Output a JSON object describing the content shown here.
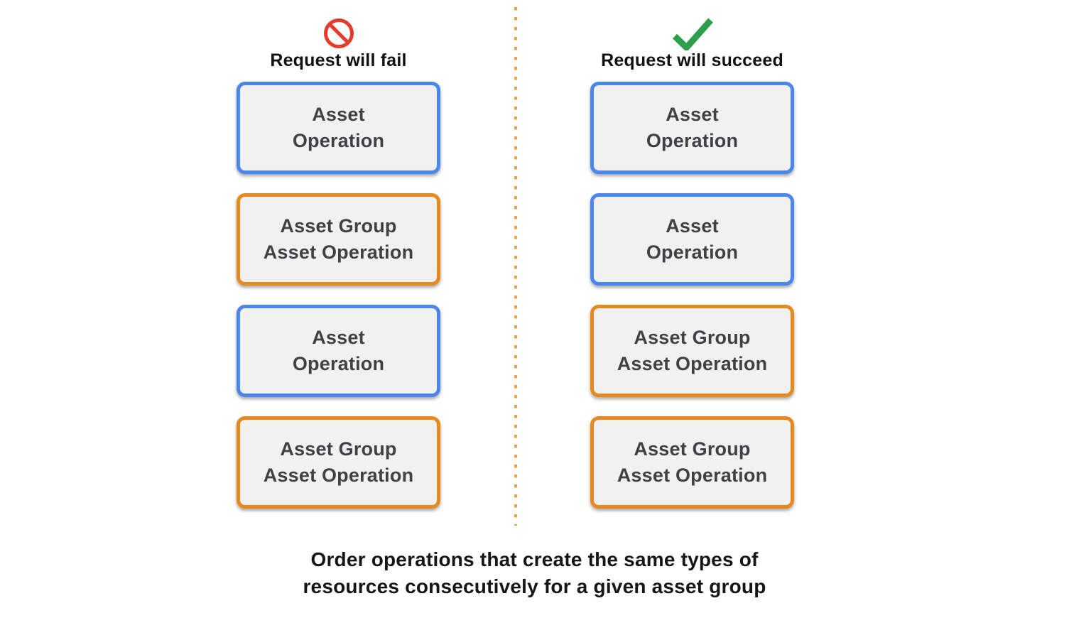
{
  "colors": {
    "blue_border": "#4A86EC",
    "orange_border": "#E8891E",
    "box_fill": "#F1F1F2",
    "box_text": "#3F4245",
    "divider_dots": "#ECA14F",
    "fail_icon_red": "#E33B2C",
    "success_icon_green": "#2E9E4C",
    "heading_text": "#111111"
  },
  "columns": [
    {
      "header": "Request will fail",
      "icon": "prohibition-icon",
      "boxes": [
        {
          "label": "Asset\nOperation",
          "variant": "blue"
        },
        {
          "label": "Asset Group\nAsset Operation",
          "variant": "orange"
        },
        {
          "label": "Asset\nOperation",
          "variant": "blue"
        },
        {
          "label": "Asset Group\nAsset Operation",
          "variant": "orange"
        }
      ]
    },
    {
      "header": "Request will succeed",
      "icon": "checkmark-icon",
      "boxes": [
        {
          "label": "Asset\nOperation",
          "variant": "blue"
        },
        {
          "label": "Asset\nOperation",
          "variant": "blue"
        },
        {
          "label": "Asset Group\nAsset Operation",
          "variant": "orange"
        },
        {
          "label": "Asset Group\nAsset Operation",
          "variant": "orange"
        }
      ]
    }
  ],
  "caption": "Order operations that create the same types of\nresources consecutively for a given asset group"
}
